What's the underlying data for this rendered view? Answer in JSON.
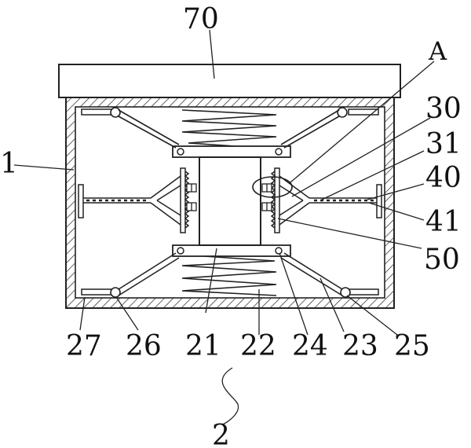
{
  "labels": {
    "l70": "70",
    "lA": "A",
    "l30": "30",
    "l31": "31",
    "l1": "1",
    "l40": "40",
    "l41": "41",
    "l50": "50",
    "l27": "27",
    "l26": "26",
    "l21": "21",
    "l22": "22",
    "l24": "24",
    "l23": "23",
    "l25": "25",
    "l2": "2"
  }
}
